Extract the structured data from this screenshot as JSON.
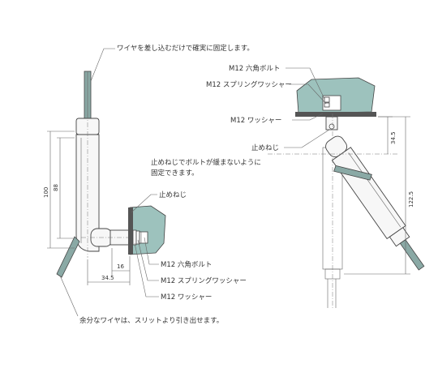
{
  "left_view": {
    "label_wire_fix": "ワイヤを差し込むだけで確実に固定します。",
    "label_set_screw": "止めねじ",
    "label_hex_bolt": "M12 六角ボルト",
    "label_spring_washer": "M12 スプリングワッシャー",
    "label_washer": "M12 ワッシャー",
    "label_excess_wire": "余分なワイヤは、スリットより引き出せます。",
    "dim_100": "100",
    "dim_88": "88",
    "dim_16": "16",
    "dim_34_5": "34.5"
  },
  "right_view": {
    "label_hex_bolt": "M12 六角ボルト",
    "label_spring_washer": "M12 スプリングワッシャー",
    "label_washer": "M12 ワッシャー",
    "label_set_screw": "止めねじ",
    "label_set_screw_note_line1": "止めねじでボルトが緩まないように",
    "label_set_screw_note_line2": "固定できます。",
    "dim_34_5": "34.5",
    "dim_122_5": "122.5"
  }
}
